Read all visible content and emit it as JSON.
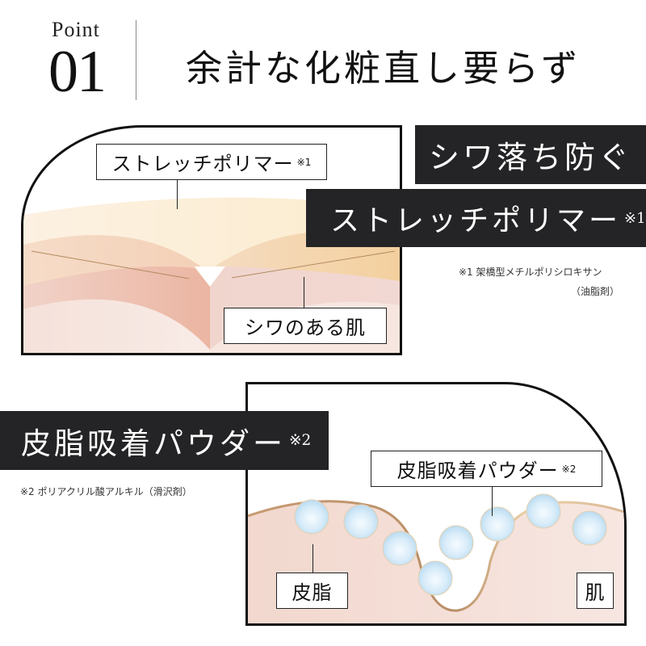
{
  "header": {
    "point_label": "Point",
    "point_number": "01",
    "headline": "余計な化粧直し要らず"
  },
  "section1": {
    "banner_top": "シワ落ち防ぐ",
    "banner_main": "ストレッチポリマー",
    "banner_main_mark": "※1",
    "diagram": {
      "label_top": "ストレッチポリマー",
      "label_top_mark": "※1",
      "label_bottom": "シワのある肌"
    },
    "footnote_line1": "※1 架橋型メチルポリシロキサン",
    "footnote_line2": "（油脂剤）"
  },
  "section2": {
    "banner": "皮脂吸着パウダー",
    "banner_mark": "※2",
    "footnote": "※2 ポリアクリル酸アルキル（滑沢剤）",
    "diagram": {
      "label_powder": "皮脂吸着パウダー",
      "label_powder_mark": "※2",
      "label_sebum": "皮脂",
      "label_skin": "肌"
    }
  },
  "colors": {
    "banner_bg": "#242426",
    "polymer_layer": "#fbeedb",
    "skin_upper": "#f1d2c6",
    "skin_lower": "#f5e1da",
    "wrinkle_shadow": "#eab5a3",
    "powder_fill": "#cfe6f5",
    "sebum_line": "#c9a27a"
  }
}
